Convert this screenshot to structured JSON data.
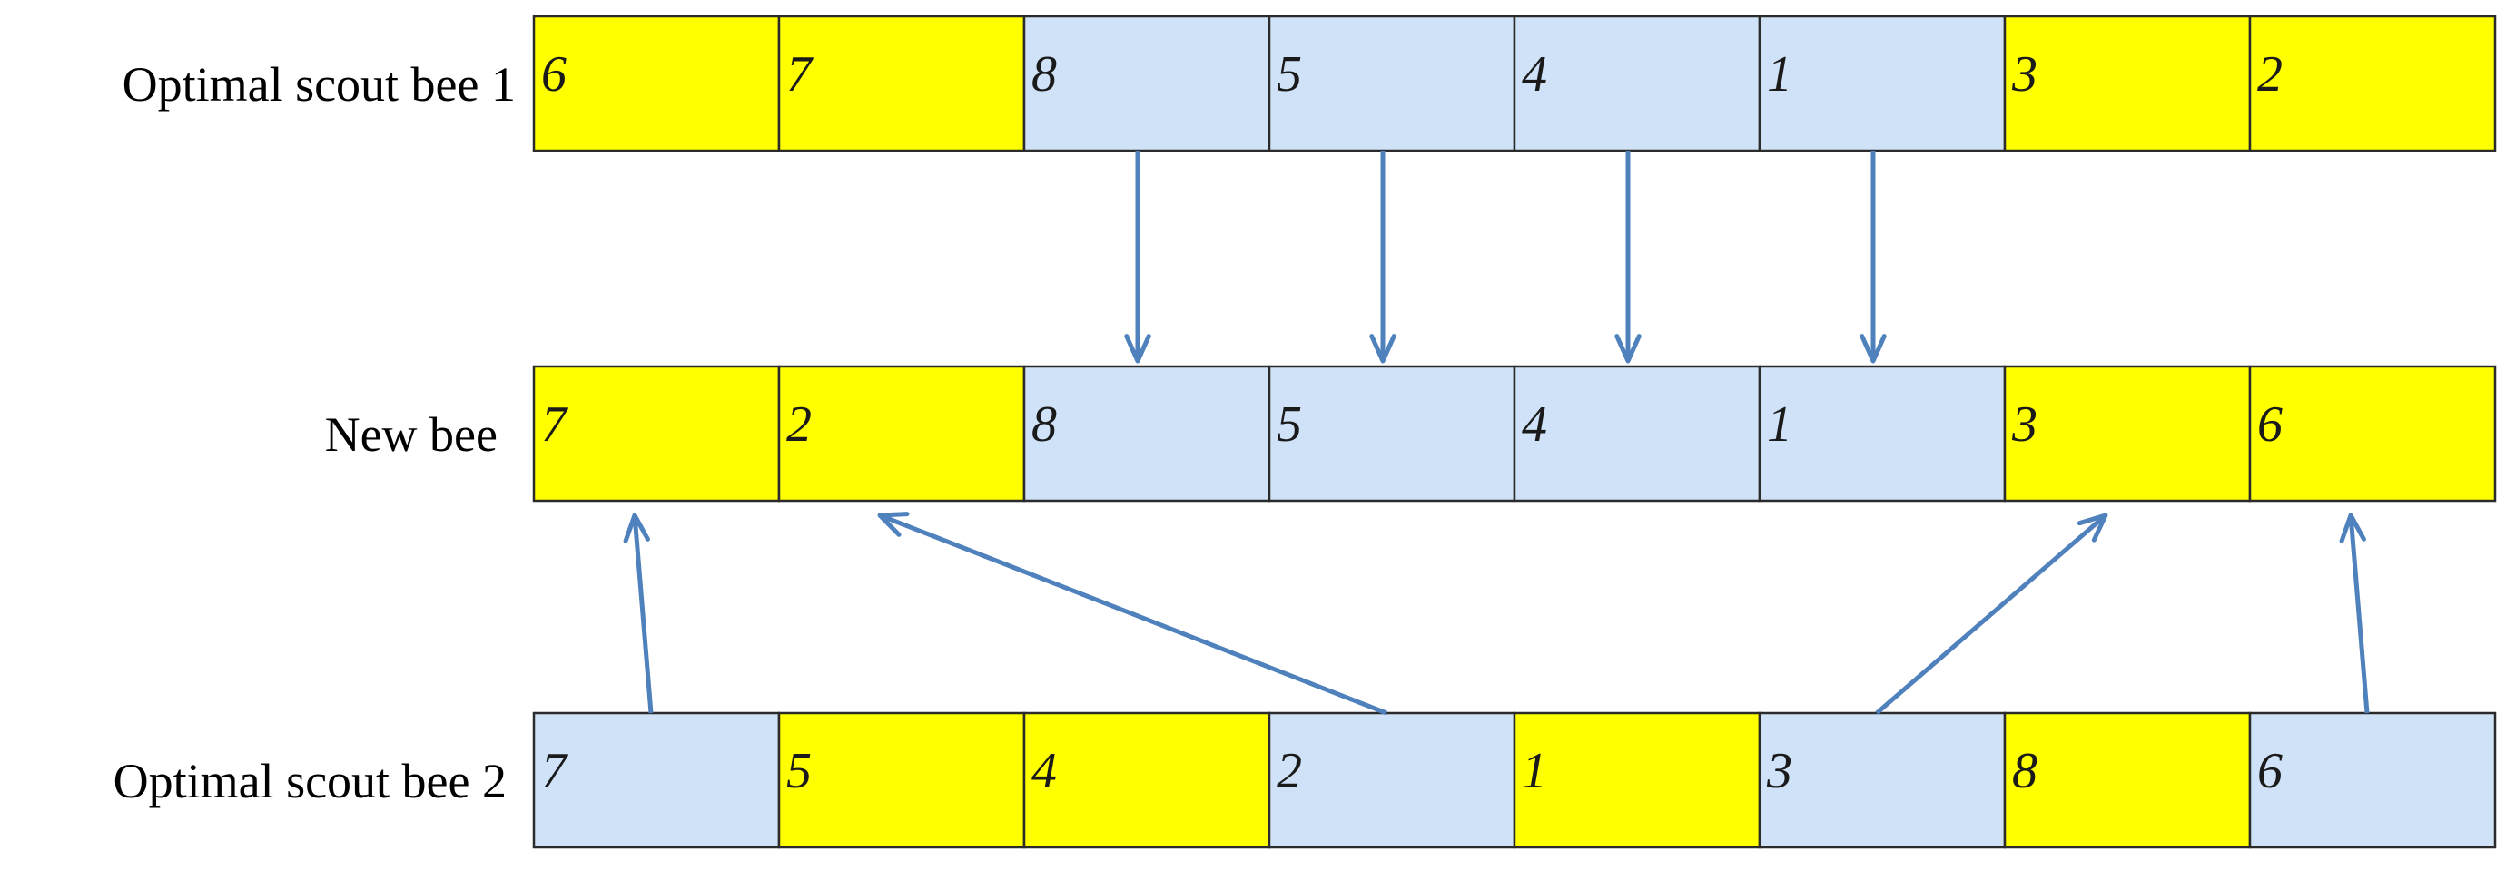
{
  "colors": {
    "highlight": "#ffff00",
    "plain": "#cfe2f8",
    "arrow": "#4f81bd",
    "border": "#2b2b2b"
  },
  "rows": [
    {
      "label": "Optimal scout bee 1",
      "cells": [
        {
          "value": "6",
          "fill": "highlight"
        },
        {
          "value": "7",
          "fill": "highlight"
        },
        {
          "value": "8",
          "fill": "plain"
        },
        {
          "value": "5",
          "fill": "plain"
        },
        {
          "value": "4",
          "fill": "plain"
        },
        {
          "value": "1",
          "fill": "plain"
        },
        {
          "value": "3",
          "fill": "highlight"
        },
        {
          "value": "2",
          "fill": "highlight"
        }
      ]
    },
    {
      "label": "New bee",
      "cells": [
        {
          "value": "7",
          "fill": "highlight"
        },
        {
          "value": "2",
          "fill": "highlight"
        },
        {
          "value": "8",
          "fill": "plain"
        },
        {
          "value": "5",
          "fill": "plain"
        },
        {
          "value": "4",
          "fill": "plain"
        },
        {
          "value": "1",
          "fill": "plain"
        },
        {
          "value": "3",
          "fill": "highlight"
        },
        {
          "value": "6",
          "fill": "highlight"
        }
      ]
    },
    {
      "label": "Optimal scout bee 2",
      "cells": [
        {
          "value": "7",
          "fill": "plain"
        },
        {
          "value": "5",
          "fill": "highlight"
        },
        {
          "value": "4",
          "fill": "highlight"
        },
        {
          "value": "2",
          "fill": "plain"
        },
        {
          "value": "1",
          "fill": "highlight"
        },
        {
          "value": "3",
          "fill": "plain"
        },
        {
          "value": "8",
          "fill": "highlight"
        },
        {
          "value": "6",
          "fill": "plain"
        }
      ]
    }
  ],
  "arrows": [
    {
      "from_row": 0,
      "from_cell": 2,
      "to_row": 1,
      "to_cell": 2
    },
    {
      "from_row": 0,
      "from_cell": 3,
      "to_row": 1,
      "to_cell": 3
    },
    {
      "from_row": 0,
      "from_cell": 4,
      "to_row": 1,
      "to_cell": 4
    },
    {
      "from_row": 0,
      "from_cell": 5,
      "to_row": 1,
      "to_cell": 5
    },
    {
      "from_row": 2,
      "from_cell": 0,
      "to_row": 1,
      "to_cell": 0
    },
    {
      "from_row": 2,
      "from_cell": 3,
      "to_row": 1,
      "to_cell": 1
    },
    {
      "from_row": 2,
      "from_cell": 5,
      "to_row": 1,
      "to_cell": 6
    },
    {
      "from_row": 2,
      "from_cell": 7,
      "to_row": 1,
      "to_cell": 7
    }
  ]
}
